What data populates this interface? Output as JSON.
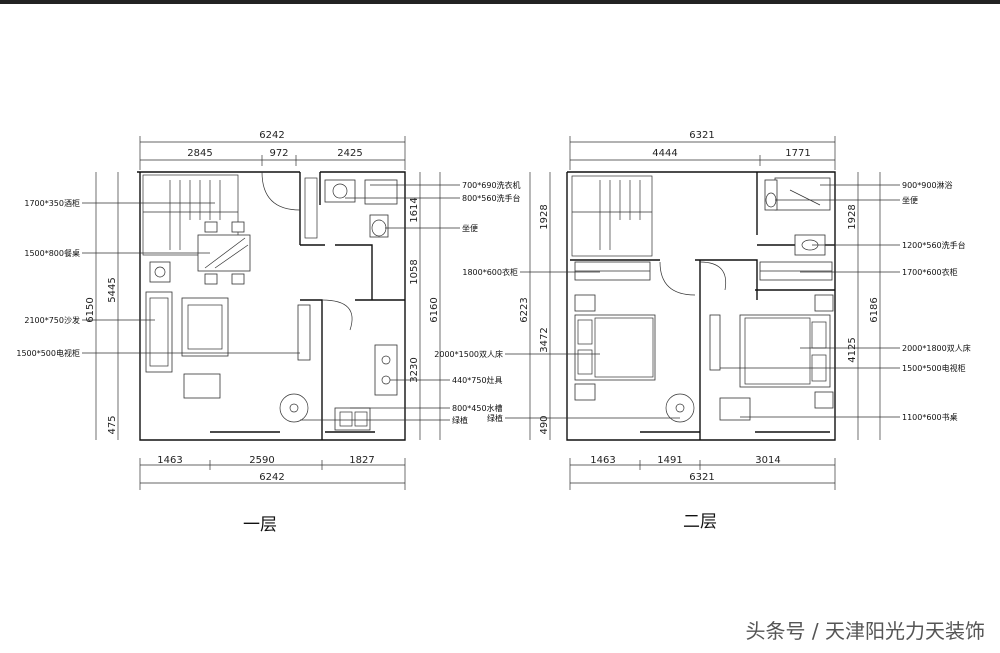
{
  "floor1": {
    "title": "一层",
    "top_total": "6242",
    "top_segments": [
      "2845",
      "972",
      "2425"
    ],
    "bottom_segments": [
      "1463",
      "2590",
      "1827"
    ],
    "bottom_total": "6242",
    "left_dims": [
      "6150",
      "5445",
      "475"
    ],
    "right_dims": [
      "1614",
      "1058",
      "3230",
      "6160"
    ],
    "labels_left": [
      "1700*350酒柜",
      "1500*800餐桌",
      "2100*750沙发",
      "1500*500电视柜"
    ],
    "labels_right": [
      "700*690洗衣机",
      "800*560洗手台",
      "坐便",
      "440*750灶具",
      "800*450水槽",
      "绿植"
    ]
  },
  "floor2": {
    "title": "二层",
    "top_total": "6321",
    "top_segments": [
      "4444",
      "1771"
    ],
    "bottom_segments": [
      "1463",
      "1491",
      "3014"
    ],
    "bottom_total": "6321",
    "left_dims": [
      "1928",
      "6223",
      "3472",
      "490"
    ],
    "right_dims": [
      "1928",
      "6186",
      "4125"
    ],
    "labels_left": [
      "1800*600衣柜",
      "2000*1500双人床",
      "绿植"
    ],
    "labels_right": [
      "900*900淋浴",
      "坐便",
      "1200*560洗手台",
      "1700*600衣柜",
      "2000*1800双人床",
      "1500*500电视柜",
      "1100*600书桌"
    ]
  },
  "watermark": "头条号 / 天津阳光力天装饰"
}
